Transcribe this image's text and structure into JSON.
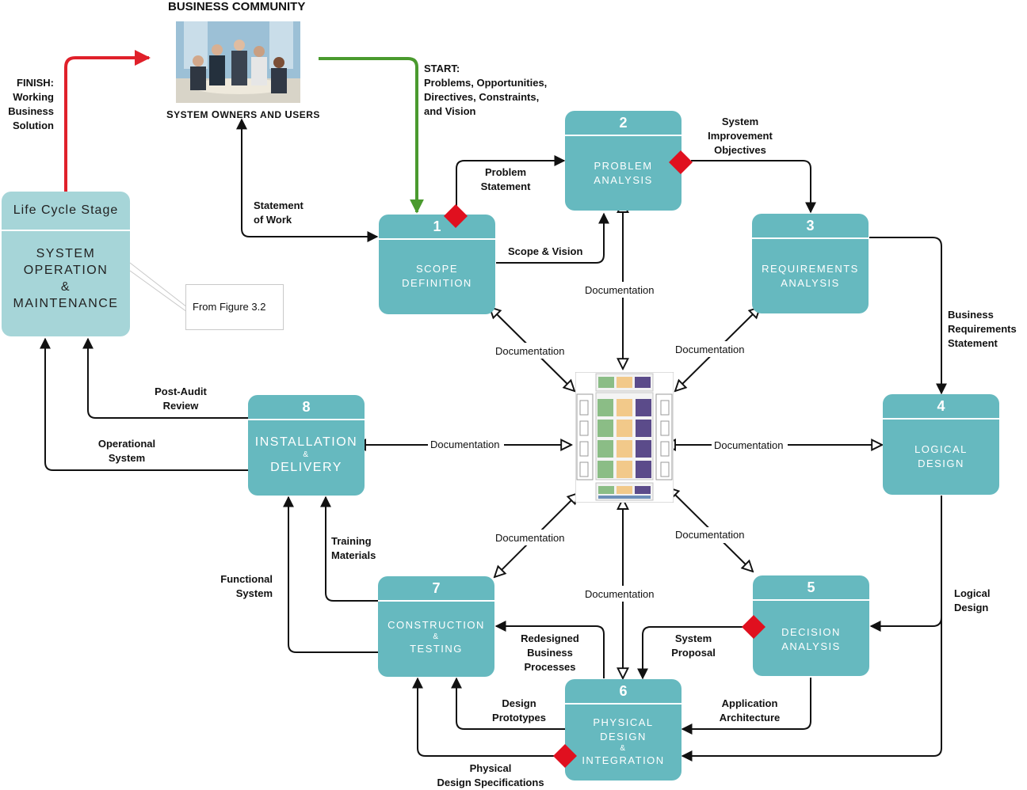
{
  "community": {
    "title": "BUSINESS COMMUNITY",
    "caption_parts": [
      {
        "big": "S",
        "small": "YSTEM "
      },
      {
        "big": "O",
        "small": "WNERS AND "
      },
      {
        "big": "U",
        "small": "SERS"
      }
    ]
  },
  "lifecycle": {
    "header": "Life Cycle Stage",
    "lines": [
      "SYSTEM",
      "OPERATION",
      "&",
      "MAINTENANCE"
    ],
    "note": "From Figure 3.2"
  },
  "phases": [
    {
      "num": "1",
      "lines": [
        "SCOPE",
        "DEFINITION"
      ]
    },
    {
      "num": "2",
      "lines": [
        "PROBLEM",
        "ANALYSIS"
      ]
    },
    {
      "num": "3",
      "lines": [
        "REQUIREMENTS",
        "ANALYSIS"
      ]
    },
    {
      "num": "4",
      "lines": [
        "LOGICAL",
        "DESIGN"
      ]
    },
    {
      "num": "5",
      "lines": [
        "DECISION",
        "ANALYSIS"
      ]
    },
    {
      "num": "6",
      "lines": [
        "PHYSICAL",
        "DESIGN",
        "&",
        "INTEGRATION"
      ]
    },
    {
      "num": "7",
      "lines": [
        "CONSTRUCTION",
        "&",
        "TESTING"
      ]
    },
    {
      "num": "8",
      "lines": [
        "INSTALLATION",
        "&",
        "DELIVERY"
      ]
    }
  ],
  "labels": {
    "finish": [
      "FINISH:",
      "Working",
      "Business",
      "Solution"
    ],
    "start": [
      "START:",
      "Problems, Opportunities,",
      "Directives, Constraints,",
      "and Vision"
    ],
    "statement_of_work": [
      "Statement",
      "of Work"
    ],
    "problem_statement": [
      "Problem",
      "Statement"
    ],
    "scope_vision": "Scope & Vision",
    "improvement_objectives": [
      "System",
      "Improvement",
      "Objectives"
    ],
    "business_requirements": [
      "Business",
      "Requirements",
      "Statement"
    ],
    "logical_design": [
      "Logical",
      "Design"
    ],
    "system_proposal": [
      "System",
      "Proposal"
    ],
    "application_architecture": [
      "Application",
      "Architecture"
    ],
    "redesigned_processes": [
      "Redesigned",
      "Business",
      "Processes"
    ],
    "design_prototypes": [
      "Design",
      "Prototypes"
    ],
    "physical_specs": [
      "Physical",
      "Design Specifications"
    ],
    "training_materials": [
      "Training",
      "Materials"
    ],
    "functional_system": [
      "Functional",
      "System"
    ],
    "post_audit": [
      "Post-Audit",
      "Review"
    ],
    "operational_system": [
      "Operational",
      "System"
    ],
    "documentation": "Documentation"
  },
  "colors": {
    "phase_box": "#66b9bf",
    "lifecycle_box": "#a6d5d8",
    "finish_arrow": "#e0202a",
    "start_arrow": "#4a9a2e",
    "diamond": "#e0101f",
    "arrow": "#111111"
  },
  "icons": {
    "photo": "business-meeting-photo",
    "repository": "information-system-repository-icon",
    "decision": "red-diamond-icon"
  }
}
